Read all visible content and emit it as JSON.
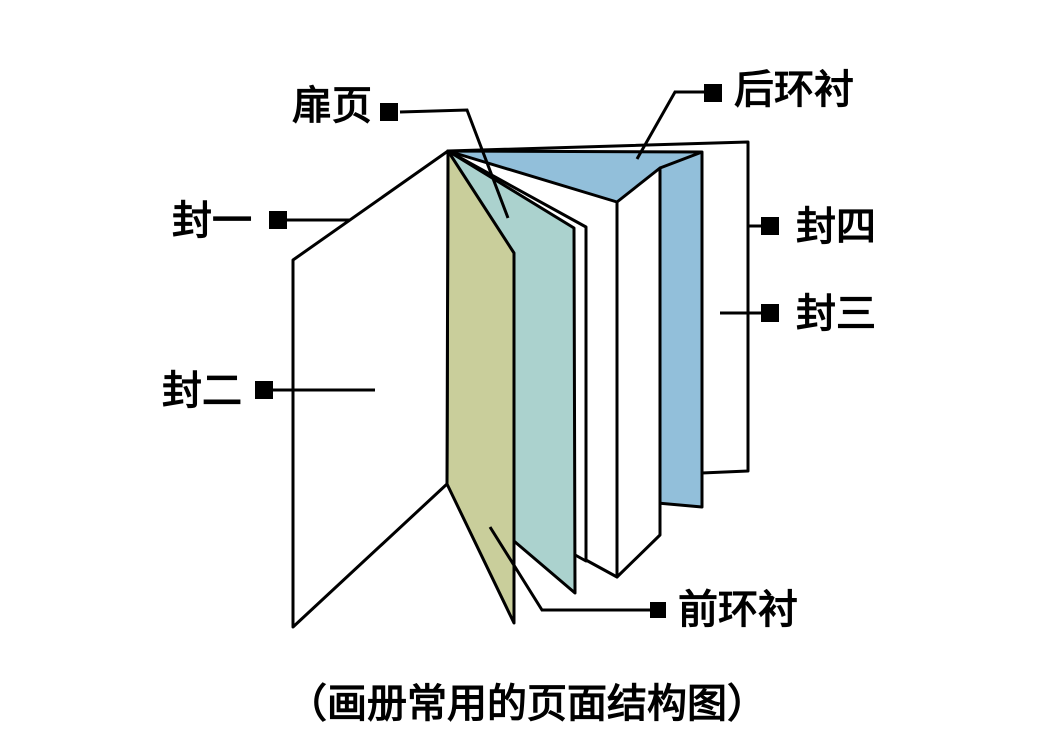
{
  "diagram": {
    "caption": "（画册常用的页面结构图）",
    "labels": {
      "title_page": "扉页",
      "back_endpaper": "后环衬",
      "cover_1": "封一",
      "cover_4": "封四",
      "cover_3": "封三",
      "cover_2": "封二",
      "front_endpaper": "前环衬"
    },
    "colors": {
      "front_endpaper_fill": "#C9CE9B",
      "title_page_fill": "#ABD2CE",
      "back_endpaper_fill": "#92BFDA",
      "page_fill": "#FFFFFF",
      "outline": "#000000",
      "label_text": "#000000",
      "background": "#FFFFFF"
    }
  }
}
